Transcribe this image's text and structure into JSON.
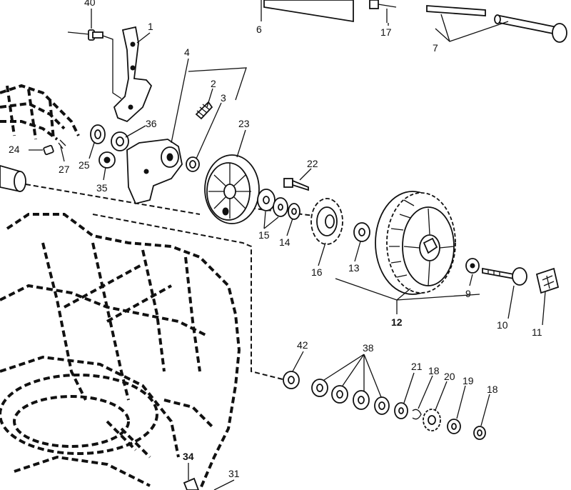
{
  "diagram": {
    "callouts": {
      "p40": "40",
      "p1": "1",
      "p6": "6",
      "p17": "17",
      "p7": "7",
      "p4": "4",
      "p2": "2",
      "p3": "3",
      "p36": "36",
      "p23": "23",
      "p24": "24",
      "p27": "27",
      "p25": "25",
      "p35": "35",
      "p22": "22",
      "p15": "15",
      "p14": "14",
      "p16": "16",
      "p13": "13",
      "p12": "12",
      "p9": "9",
      "p10": "10",
      "p11": "11",
      "p42": "42",
      "p38": "38",
      "p21": "21",
      "p18a": "18",
      "p20": "20",
      "p19": "19",
      "p18b": "18",
      "p34": "34",
      "p31": "31"
    }
  }
}
